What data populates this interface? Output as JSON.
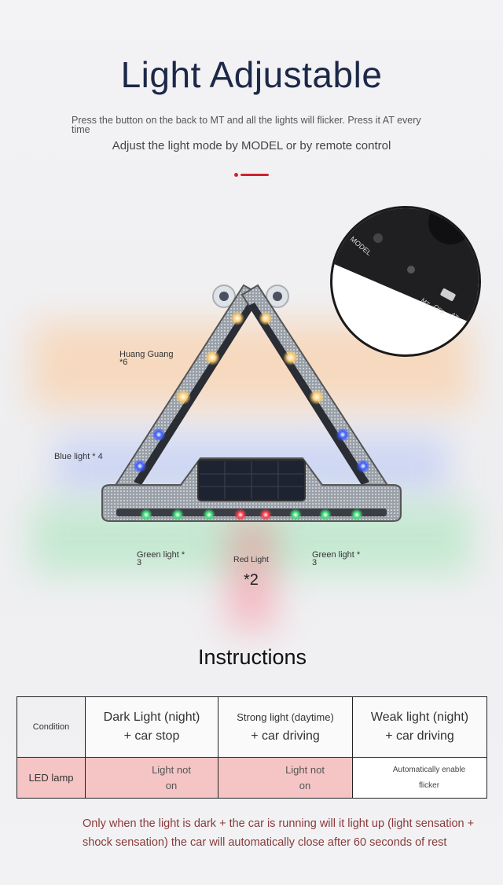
{
  "header": {
    "title": "Light Adjustable",
    "desc1": "Press the button on the back to MT and all the lights will flicker. Press it AT every time",
    "desc2": "Adjust the light mode by MODEL or by remote control"
  },
  "inset": {
    "model_label": "MODEL",
    "switch_labels": [
      "MT",
      "OFF",
      "AT"
    ]
  },
  "labels": {
    "huang": "Huang Guang *6",
    "blue": "Blue light * 4",
    "green_left": "Green light * 3",
    "red": "Red Light",
    "red_count": "*2",
    "green_right": "Green light * 3"
  },
  "instructions": {
    "title": "Instructions",
    "table": {
      "condition": "Condition",
      "col1": [
        "Dark Light (night)",
        "+ car stop"
      ],
      "col2": [
        "Strong light (daytime)",
        "+ car driving"
      ],
      "col3": [
        "Weak light (night)",
        "+ car driving"
      ],
      "row_label": "LED lamp",
      "cell1": [
        "Light not",
        "on"
      ],
      "cell2": [
        "Light not",
        "on"
      ],
      "cell3": [
        "Automatically enable",
        "flicker"
      ]
    },
    "note": "Only when the light is dark + the car is running will it light up (light sensation + shock sensation) the car will automatically close after 60 seconds of rest"
  },
  "colors": {
    "title": "#1c2847",
    "accent": "#d0222f",
    "pink_cell": "#f5c5c5",
    "note": "#8a3a3a",
    "led_yellow": "#ffd27a",
    "led_blue": "#3a5bff",
    "led_green": "#3fe07a",
    "led_red": "#ff3a4a"
  }
}
